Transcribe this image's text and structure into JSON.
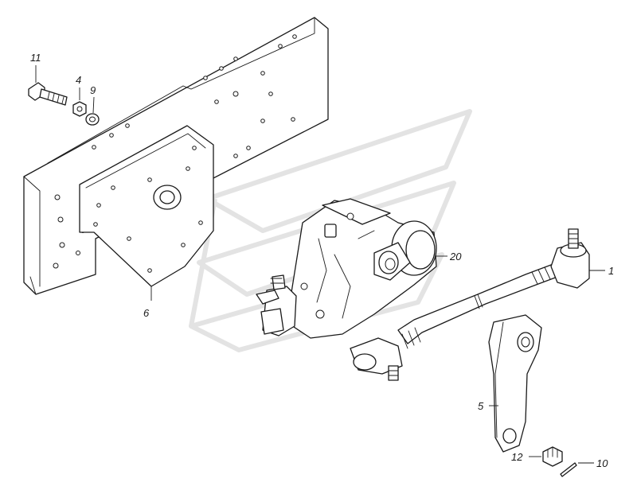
{
  "diagram": {
    "callouts": [
      {
        "id": "c11",
        "text": "11"
      },
      {
        "id": "c4",
        "text": "4"
      },
      {
        "id": "c9",
        "text": "9"
      },
      {
        "id": "c6",
        "text": "6"
      },
      {
        "id": "c20",
        "text": "20"
      },
      {
        "id": "c1",
        "text": "1"
      },
      {
        "id": "c5",
        "text": "5"
      },
      {
        "id": "c12",
        "text": "12"
      },
      {
        "id": "c10",
        "text": "10"
      }
    ]
  }
}
